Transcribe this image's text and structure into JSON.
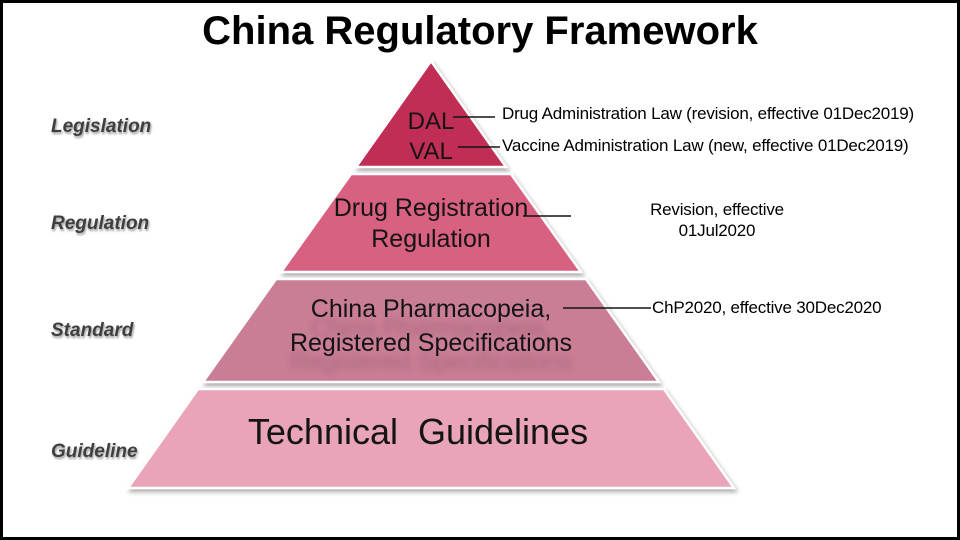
{
  "title": "China Regulatory Framework",
  "side_labels": [
    {
      "id": "legislation",
      "label": "Legislation"
    },
    {
      "id": "regulation",
      "label": "Regulation"
    },
    {
      "id": "standard",
      "label": "Standard"
    },
    {
      "id": "guideline",
      "label": "Guideline"
    }
  ],
  "pyramid": {
    "tiers": [
      {
        "level": "Legislation",
        "color": "#c12d55",
        "lines": [
          "DAL",
          "VAL"
        ]
      },
      {
        "level": "Regulation",
        "color": "#d86080",
        "lines": [
          "Drug Registration",
          "Regulation"
        ]
      },
      {
        "level": "Standard",
        "color": "#ca7e96",
        "lines": [
          "China Pharmacopeia,",
          "Registered Specifications"
        ]
      },
      {
        "level": "Guideline",
        "color": "#e9a5b7",
        "lines": [
          "Technical Guidelines"
        ]
      }
    ]
  },
  "annotations": {
    "dal": "Drug Administration Law (revision, effective 01Dec2019)",
    "val": "Vaccine Administration Law (new, effective 01Dec2019)",
    "drr_line1": "Revision, effective",
    "drr_line2": "01Jul2020",
    "chp": "ChP2020, effective 30Dec2020"
  }
}
